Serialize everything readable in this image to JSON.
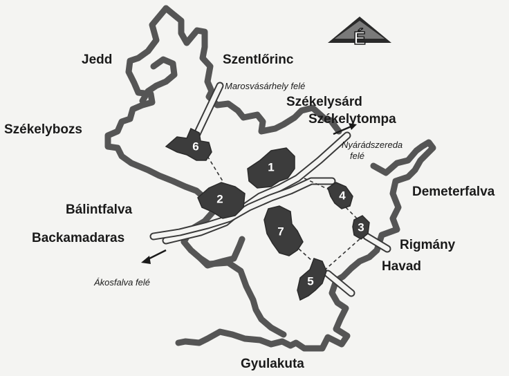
{
  "places": {
    "jedd": "Jedd",
    "szentlorinc": "Szentlőrinc",
    "szekelyboz": "Székelybozs",
    "szekelysard": "Székelysárd",
    "szekelytompa": "Székelytompa",
    "demeterfalva": "Demeterfalva",
    "balintfalva": "Bálintfalva",
    "backamadaras": "Backamadaras",
    "rigmany": "Rigmány",
    "havad": "Havad",
    "gyulakuta": "Gyulakuta"
  },
  "directions": {
    "marosvasarhely": "Marosvásárhely felé",
    "nyaradszereda_1": "Nyárádszereda",
    "nyaradszereda_2": "felé",
    "akosfalva": "Ákosfalva felé"
  },
  "settlements": [
    "1",
    "2",
    "3",
    "4",
    "5",
    "6",
    "7"
  ],
  "compass": {
    "label": "É"
  },
  "colors": {
    "border": "#555555",
    "road": "#3a3a3a",
    "settlement": "#3c3c3c",
    "background": "#f4f4f2"
  }
}
